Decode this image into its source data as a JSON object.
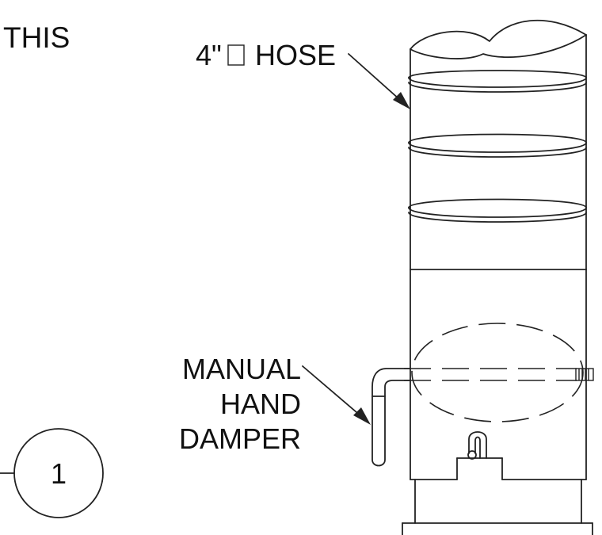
{
  "labels": {
    "note_partial": "THIS",
    "hose_size": "4\"",
    "hose_word": "HOSE",
    "hose_missing_glyph": "□",
    "damper_line1": "MANUAL",
    "damper_line2": "HAND",
    "damper_line3": "DAMPER",
    "callout_number": "1"
  },
  "colors": {
    "ink": "#222222",
    "paper": "#ffffff"
  }
}
